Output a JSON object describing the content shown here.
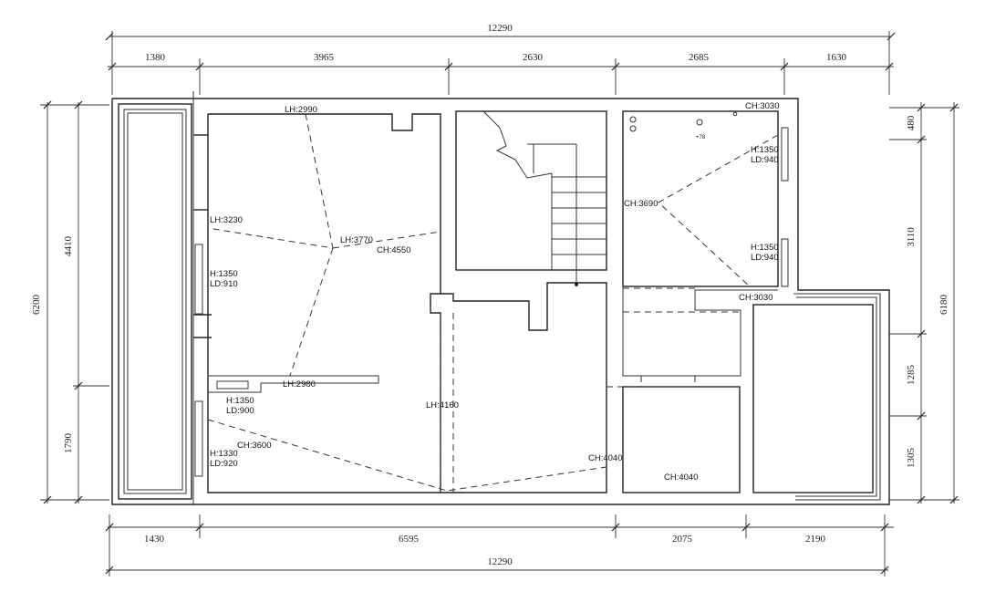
{
  "dimensions": {
    "top_total": "12290",
    "top_segments": [
      "1380",
      "3965",
      "2630",
      "2685",
      "1630"
    ],
    "bottom_segments": [
      "1430",
      "6595",
      "2075",
      "2190"
    ],
    "bottom_total": "12290",
    "left_total": "6200",
    "left_segments": [
      "4410",
      "1790"
    ],
    "right_total": "6180",
    "right_segments": [
      "480",
      "3110",
      "1285",
      "1305"
    ]
  },
  "labels": {
    "lh_top": "LH:2990",
    "lh_3230": "LH:3230",
    "lh_3770": "LH:3770",
    "ch_4550": "CH:4550",
    "win_left_h": "H:1350",
    "win_left_ld": "LD:910",
    "lh_2980": "LH:2980",
    "win_left2_h": "H:1350",
    "win_left2_ld": "LD:900",
    "ch_3600": "CH:3600",
    "win_left3_h": "H:1330",
    "win_left3_ld": "LD:920",
    "lh_4160": "LH:4160",
    "ch_4040_a": "CH:4040",
    "ch_4040_b": "CH:4040",
    "ch_3030_top": "CH:3030",
    "win_right_h": "H:1350",
    "win_right_ld": "LD:940",
    "ch_3690": "CH:3690",
    "win_right2_h": "H:1350",
    "win_right2_ld": "LD:940",
    "ch_3030_mid": "CH:3030",
    "fixture_note": "+78"
  }
}
